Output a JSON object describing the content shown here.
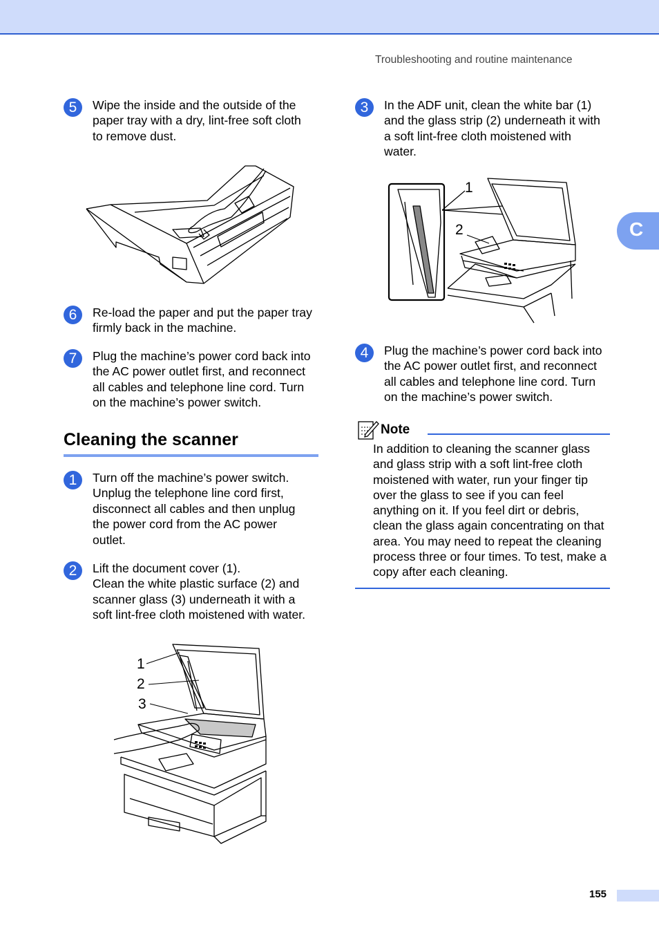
{
  "header": {
    "title": "Troubleshooting and routine maintenance"
  },
  "side_tab": {
    "letter": "C"
  },
  "left_steps": [
    {
      "number": "5",
      "text": "Wipe the inside and the outside of the\npaper tray with a dry, lint-free soft cloth\nto remove dust."
    },
    {
      "number": "6",
      "text": "Re-load the paper and put the paper tray\nfirmly back in the machine."
    },
    {
      "number": "7",
      "text": "Plug the machine’s power cord back into\nthe AC power outlet first, and reconnect\nall cables and telephone line cord. Turn\non the machine’s power switch."
    }
  ],
  "section": {
    "title": "Cleaning the scanner"
  },
  "scanner_steps": [
    {
      "number": "1",
      "text": "Turn off the machine’s power switch.\nUnplug the telephone line cord first,\ndisconnect all cables and then unplug\nthe power cord from the AC power\noutlet."
    },
    {
      "number": "2",
      "text": "Lift the document cover (1).\nClean the white plastic surface (2) and\nscanner glass (3) underneath it with a\nsoft lint-free cloth moistened with water."
    }
  ],
  "right_steps": [
    {
      "number": "3",
      "text": "In the ADF unit, clean the white bar (1)\nand the glass strip (2) underneath it with\na soft lint-free cloth moistened with\nwater."
    },
    {
      "number": "4",
      "text": "Plug the machine’s power cord back into\nthe AC power outlet first, and reconnect\nall cables and telephone line cord. Turn\non the machine’s power switch."
    }
  ],
  "figures": {
    "adf": {
      "callouts": [
        "1",
        "2"
      ]
    },
    "scanner": {
      "callouts": [
        "1",
        "2",
        "3"
      ]
    }
  },
  "note": {
    "label": "Note",
    "body": "In addition to cleaning the scanner glass and glass strip with a soft lint-free cloth moistened with water, run your finger tip over the glass to see if you can feel anything on it. If you feel dirt or debris, clean the glass again concentrating on that area. You may need to repeat the cleaning process three or four times. To test, make a copy after each cleaning."
  },
  "footer": {
    "page_number": "155"
  }
}
